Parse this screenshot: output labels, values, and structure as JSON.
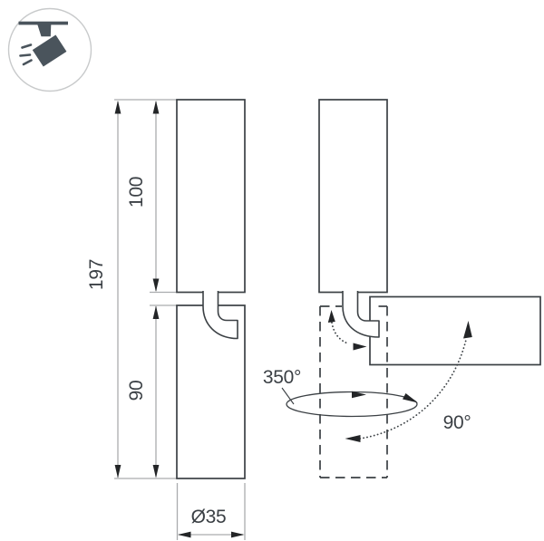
{
  "icon": {
    "name": "track-spotlight"
  },
  "dimensions": {
    "total_height": "197",
    "upper_body_height": "100",
    "lower_body_height": "90",
    "diameter": "Ø35"
  },
  "angles": {
    "pan_rotation": "350°",
    "tilt_rotation": "90°"
  },
  "colors": {
    "outline": "#3b4044",
    "dim": "#aaacae",
    "arrow": "#232527",
    "text": "#3b4045",
    "icon": "#4a545c",
    "icon_ring": "#c8cacb",
    "bg": "#ffffff"
  }
}
